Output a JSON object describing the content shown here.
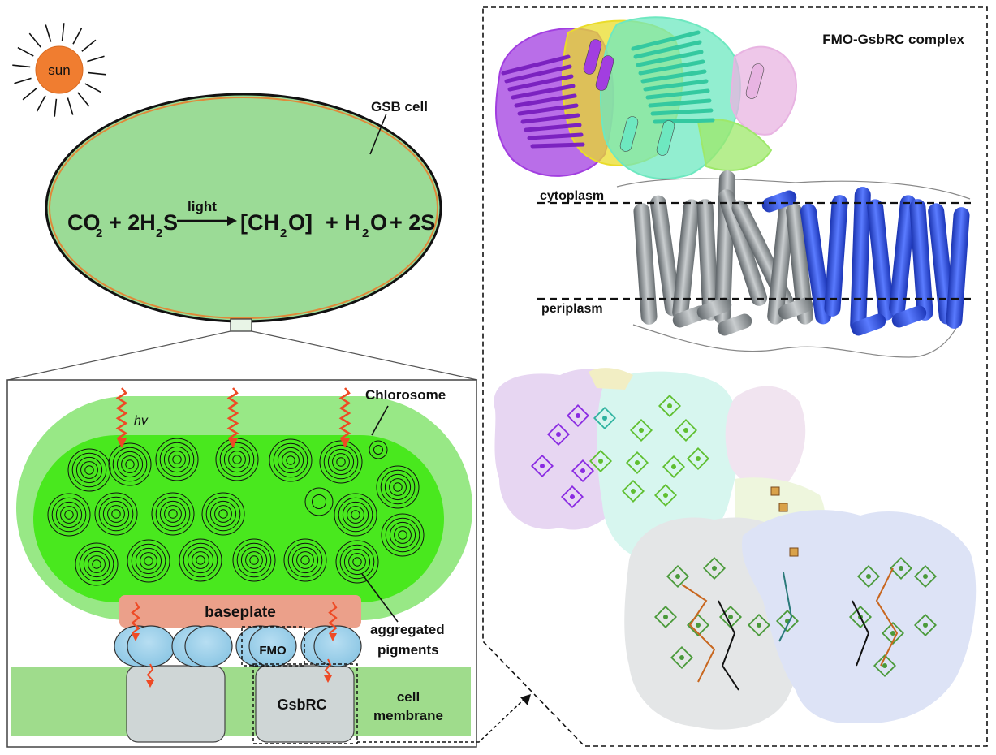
{
  "sun": {
    "label": "sun"
  },
  "cell": {
    "label": "GSB cell"
  },
  "equation": {
    "co2": "CO",
    "co2_sub": "2",
    "plus1": "+ 2H",
    "h2s_sub": "2",
    "s": "S",
    "light": "light",
    "ch2o_a": "[CH",
    "ch2o_sub": "2",
    "ch2o_b": "O]",
    "plus2": "+ H",
    "h2o_sub": "2",
    "h2o_b": "O",
    "plus3": "+ 2S"
  },
  "inset": {
    "chlorosome": "Chlorosome",
    "hv": "hv",
    "baseplate": "baseplate",
    "aggregated_1": "aggregated",
    "aggregated_2": "pigments",
    "fmo": "FMO",
    "gsbrc": "GsbRC",
    "membrane_1": "cell",
    "membrane_2": "membrane"
  },
  "structure": {
    "title": "FMO-GsbRC complex",
    "cytoplasm": "cytoplasm",
    "periplasm": "periplasm"
  },
  "colors": {
    "sun": "#f07d30",
    "cell_fill": "#9bdb96",
    "cell_rim": "#e0893a",
    "chlorosome_outer": "#98e886",
    "chlorosome_inner": "#49e81e",
    "baseplate": "#eba08a",
    "fmo": "#95cde8",
    "gsbrc": "#cfd6d6",
    "membrane": "#9fdc8c",
    "photon": "#ee4a25",
    "helix_gray": "#8f9598",
    "helix_blue": "#2b4fe0",
    "purple": "#a23ee0",
    "yellow": "#eadc2a",
    "cyan": "#6ee8c0",
    "pink": "#e8b4e2"
  }
}
